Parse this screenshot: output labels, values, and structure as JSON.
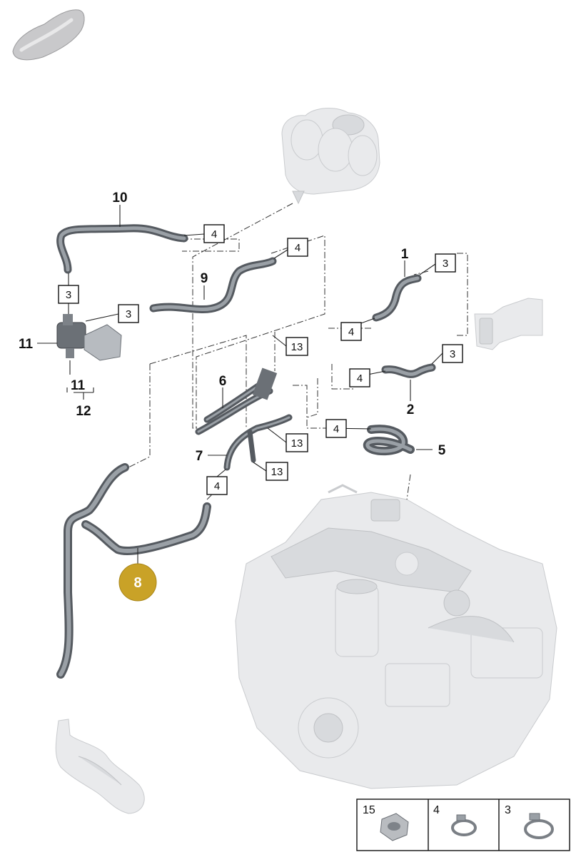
{
  "callouts": {
    "n1": "1",
    "n2": "2",
    "n5": "5",
    "n6": "6",
    "n7": "7",
    "n9": "9",
    "n10": "10",
    "n11a": "11",
    "n11b": "11",
    "n12": "12",
    "n8": "8"
  },
  "boxes": {
    "b3a": "3",
    "b3b": "3",
    "b3c": "3",
    "b3d": "3",
    "b4a": "4",
    "b4b": "4",
    "b4c": "4",
    "b4d": "4",
    "b4e": "4",
    "b4f": "4",
    "b13a": "13",
    "b13b": "13",
    "b13c": "13"
  },
  "legend": {
    "cell1": "15",
    "cell2": "4",
    "cell3": "3"
  },
  "colors": {
    "highlight": "#c9a227",
    "hose_dark": "#555a60",
    "ghost_part": "#e9eaec"
  }
}
